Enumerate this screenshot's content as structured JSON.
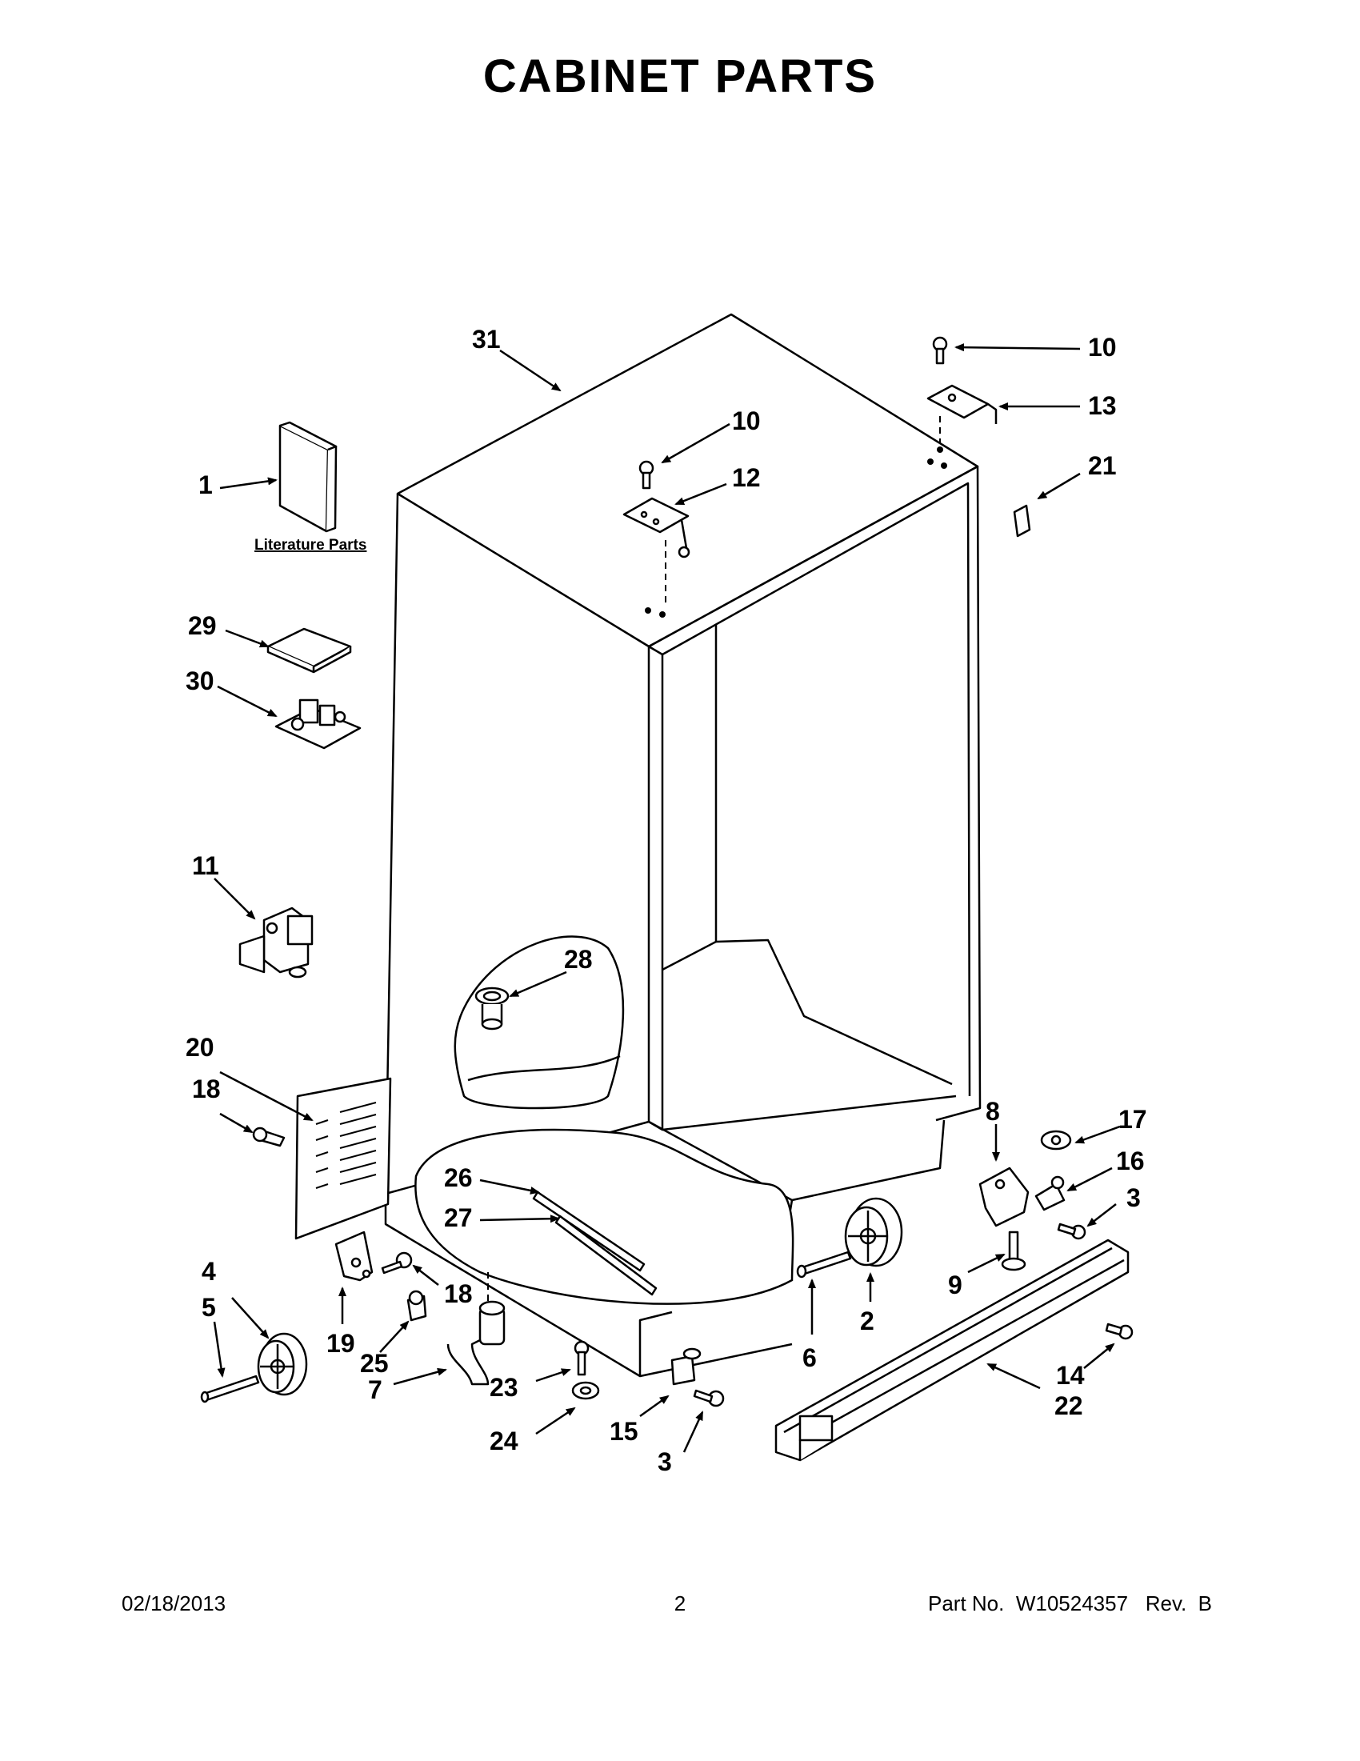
{
  "title": "CABINET PARTS",
  "literature_label": "Literature Parts",
  "callouts": {
    "c31": "31",
    "c10a": "10",
    "c13": "13",
    "c10b": "10",
    "c12": "12",
    "c21": "21",
    "c1": "1",
    "c29": "29",
    "c30": "30",
    "c11": "11",
    "c28": "28",
    "c20": "20",
    "c18a": "18",
    "c8": "8",
    "c17": "17",
    "c16": "16",
    "c3a": "3",
    "c26": "26",
    "c27": "27",
    "c9": "9",
    "c4": "4",
    "c18b": "18",
    "c2": "2",
    "c6": "6",
    "c5": "5",
    "c19": "19",
    "c25": "25",
    "c7": "7",
    "c14": "14",
    "c23": "23",
    "c22": "22",
    "c24": "24",
    "c15": "15",
    "c3b": "3"
  },
  "footer": {
    "date": "02/18/2013",
    "page": "2",
    "part": "Part No.  W10524357   Rev.  B"
  }
}
